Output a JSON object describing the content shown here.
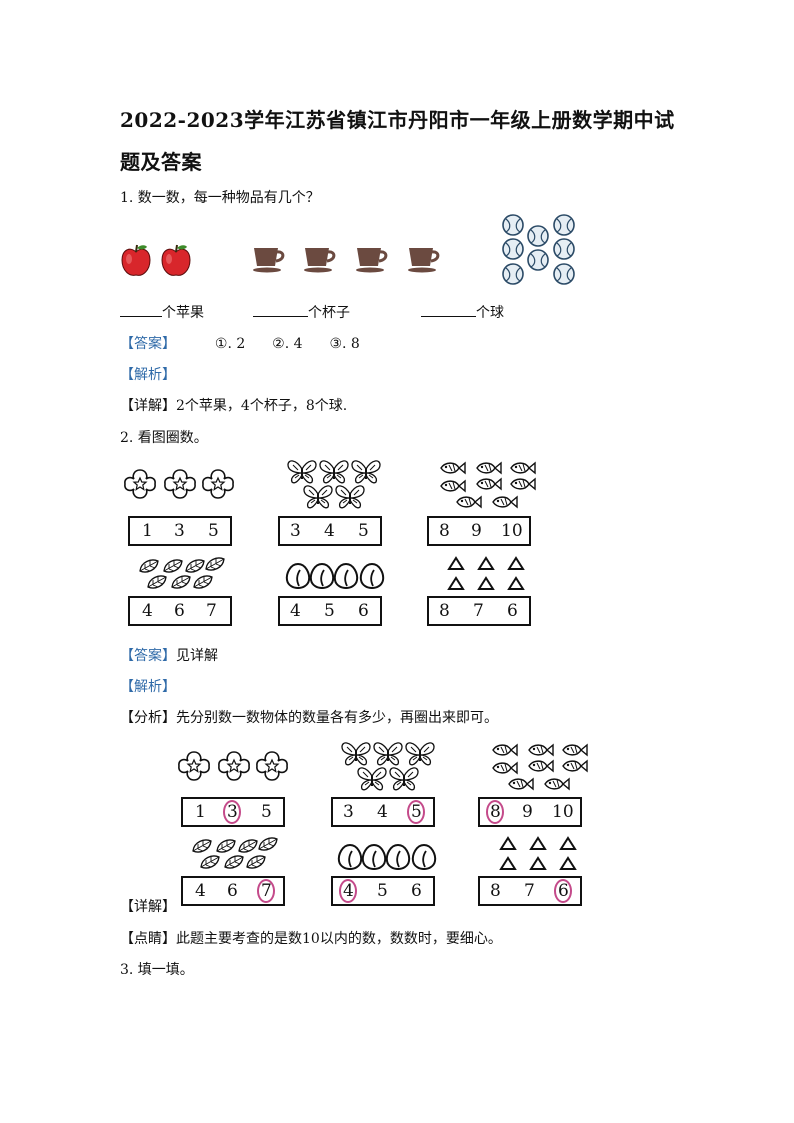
{
  "title": {
    "line1": "2022-2023学年江苏省镇江市丹阳市一年级上册数学期中试",
    "line2": "题及答案"
  },
  "q1": {
    "prompt": "1. 数一数，每一种物品有几个？",
    "blanks": [
      "个苹果",
      "个杯子",
      "个球"
    ],
    "answer_tag": "【答案】",
    "answers": [
      "①. 2",
      "②. 4",
      "③. 8"
    ],
    "analysis_tag": "【解析】",
    "detail_tag": "【详解】",
    "detail": "2个苹果，4个杯子，8个球."
  },
  "q2": {
    "prompt": "2. 看图圈数。",
    "groups": [
      {
        "item": "flower",
        "count": 3,
        "numbers": [
          "1",
          "3",
          "5"
        ],
        "circled_index": 1
      },
      {
        "item": "butterfly",
        "count": 5,
        "numbers": [
          "3",
          "4",
          "5"
        ],
        "circled_index": 2
      },
      {
        "item": "fish",
        "count": 8,
        "numbers": [
          "8",
          "9",
          "10"
        ],
        "circled_index": 0
      },
      {
        "item": "leaf",
        "count": 7,
        "numbers": [
          "4",
          "6",
          "7"
        ],
        "circled_index": 2
      },
      {
        "item": "peach",
        "count": 4,
        "numbers": [
          "4",
          "5",
          "6"
        ],
        "circled_index": 0
      },
      {
        "item": "triangle",
        "count": 6,
        "numbers": [
          "8",
          "7",
          "6"
        ],
        "circled_index": 2
      }
    ],
    "answer_tag": "【答案】",
    "answer": "见详解",
    "analysis_tag": "【解析】",
    "fenxi_tag": "【分析】",
    "fenxi": "先分别数一数物体的数量各有多少，再圈出来即可。",
    "detail_tag": "【详解】",
    "dianjing_tag": "【点睛】",
    "dianjing": "此题主要考查的是数10以内的数，数数时，要细心。"
  },
  "q3": {
    "prompt": "3. 填一填。"
  },
  "colors": {
    "tag": "#2f6aa8",
    "ring": "#c44a8a",
    "apple": "#d8262b",
    "cup": "#6b4a40"
  }
}
